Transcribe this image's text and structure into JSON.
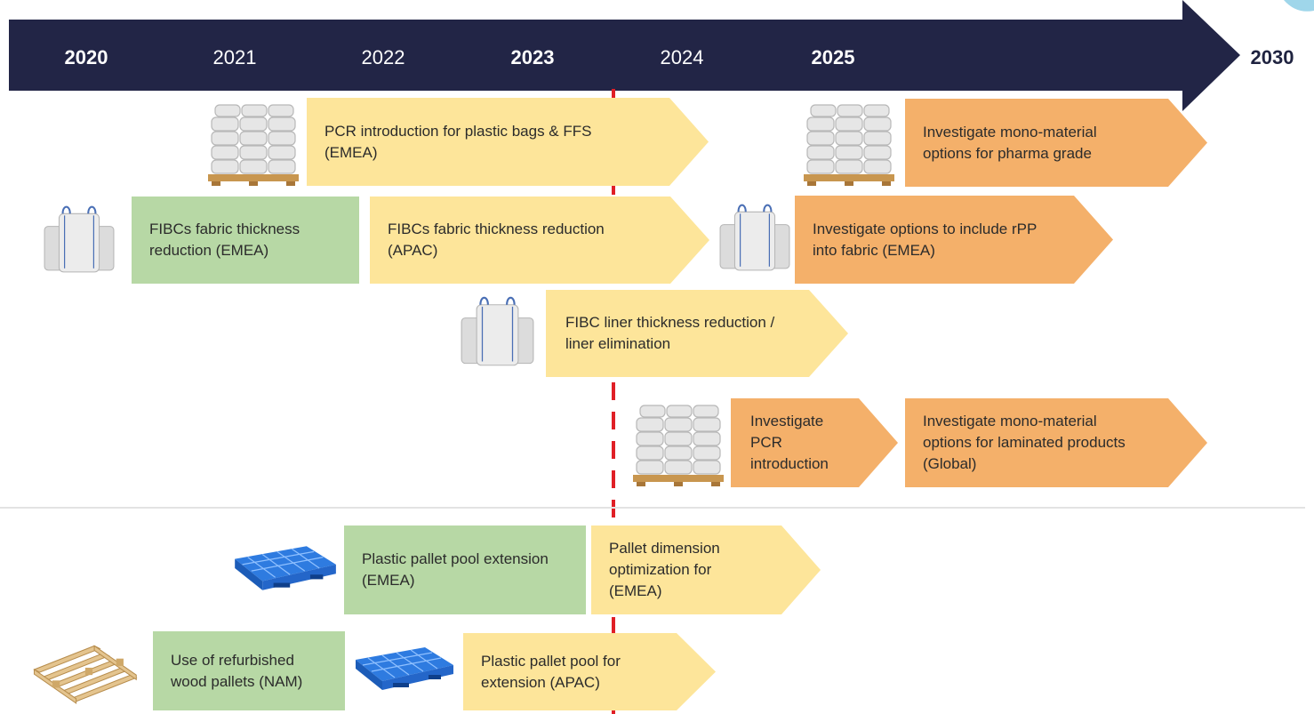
{
  "timeline": {
    "years": [
      {
        "label": "2020",
        "bold": true
      },
      {
        "label": "2021",
        "bold": false
      },
      {
        "label": "2022",
        "bold": false
      },
      {
        "label": "2023",
        "bold": true
      },
      {
        "label": "2024",
        "bold": false
      },
      {
        "label": "2025",
        "bold": true
      },
      {
        "label": "2030",
        "bold": true
      }
    ]
  },
  "colors": {
    "timeline_bar": "#222546",
    "green": "#b7d8a5",
    "yellow": "#fde59a",
    "orange": "#f4b06a",
    "current_marker": "#e01f26"
  },
  "bags_section": {
    "pcr_plastic_bags": "PCR introduction for plastic bags & FFS (EMEA)",
    "mono_material_pharma": "Investigate mono-material options for pharma grade",
    "fibc_fabric_emea": "FIBCs fabric thickness reduction (EMEA)",
    "fibc_fabric_apac": "FIBCs fabric thickness reduction (APAC)",
    "rpp_fabric": "Investigate options to include rPP into fabric (EMEA)",
    "fibc_liner": "FIBC liner thickness reduction / liner elimination",
    "pcr_investigate": "Investigate PCR introduction",
    "mono_material_laminated": "Investigate mono-material options for laminated products (Global)"
  },
  "pallets_section": {
    "plastic_pallet_emea": "Plastic pallet pool extension (EMEA)",
    "pallet_dimension": "Pallet dimension optimization for (EMEA)",
    "refurbished_wood": "Use of refurbished wood pallets (NAM)",
    "plastic_pallet_apac": "Plastic pallet pool for extension (APAC)"
  },
  "icons": [
    "bag-stack-icon",
    "bulk-bag-icon",
    "plastic-pallet-icon",
    "wood-pallet-icon"
  ]
}
